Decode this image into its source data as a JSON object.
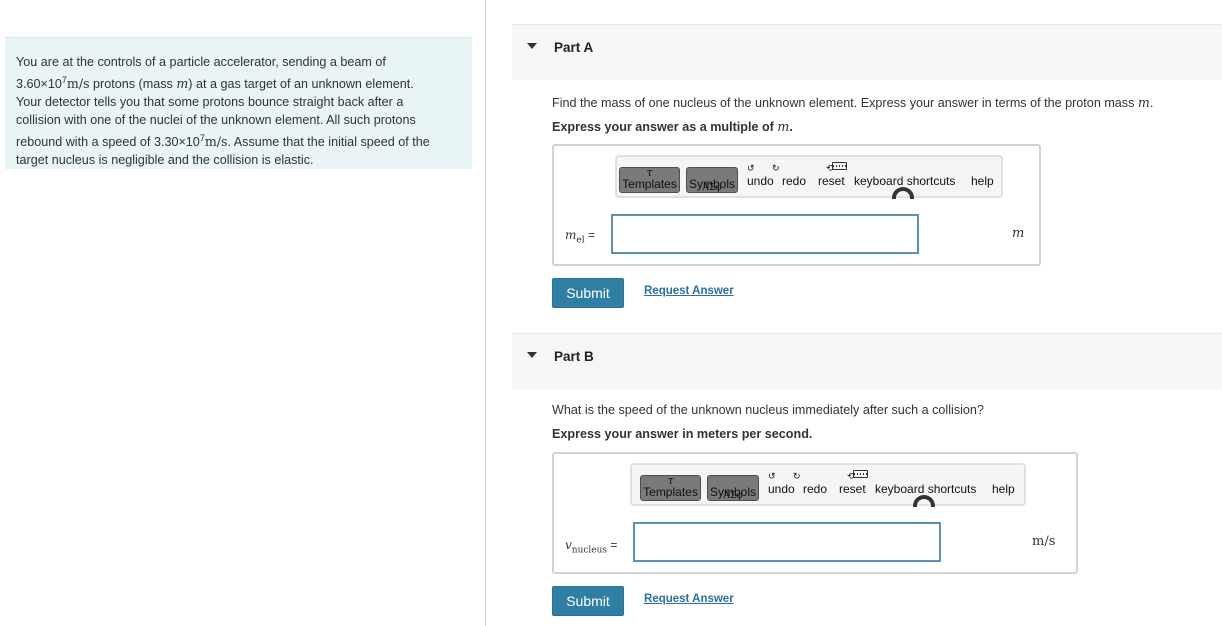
{
  "problem": {
    "line1": "You are at the controls of a particle accelerator, sending a beam of",
    "line2_value": "3.60×10",
    "line2_exp": "7",
    "line2_unit": "m/s",
    "line2_text_a": " protons (mass ",
    "line2_mass_symbol": "m",
    "line2_text_b": ") at a gas target of an unknown element.",
    "line3": "Your detector tells you that some protons bounce straight back after a",
    "line4": "collision with one of the nuclei of the unknown element. All such protons",
    "line5_text_a": "rebound with a speed of ",
    "line5_value": "3.30×10",
    "line5_exp": "7",
    "line5_unit": "m/s",
    "line5_text_b": ". Assume that the initial speed of the",
    "line6": "target nucleus is negligible and the collision is elastic."
  },
  "toolbar": {
    "templates_label": "Templates",
    "templates_glyph": "τ",
    "symbols_label": "Symbols",
    "symbols_glyph": "ΑΣφ",
    "undo_label": "undo",
    "redo_label": "redo",
    "reset_label": "reset",
    "keyboard_label": "keyboard shortcuts",
    "help_label": "help"
  },
  "partA": {
    "title": "Part A",
    "question_text": "Find the mass of one nucleus of the unknown element. Express your answer in terms of the proton mass ",
    "question_symbol": "m",
    "question_end": ".",
    "instruction_text": "Express your answer as a multiple of ",
    "instruction_symbol": "m",
    "instruction_end": ".",
    "var_main": "m",
    "var_sub": "el",
    "equals": "=",
    "input_value": "",
    "unit": "m",
    "submit_label": "Submit",
    "request_label": "Request Answer"
  },
  "partB": {
    "title": "Part B",
    "question_text": "What is the speed of the unknown nucleus immediately after such a collision?",
    "instruction_text": "Express your answer in meters per second.",
    "var_main": "v",
    "var_sub": "nucleus",
    "equals": "=",
    "input_value": "",
    "unit": "m/s",
    "submit_label": "Submit",
    "request_label": "Request Answer"
  }
}
